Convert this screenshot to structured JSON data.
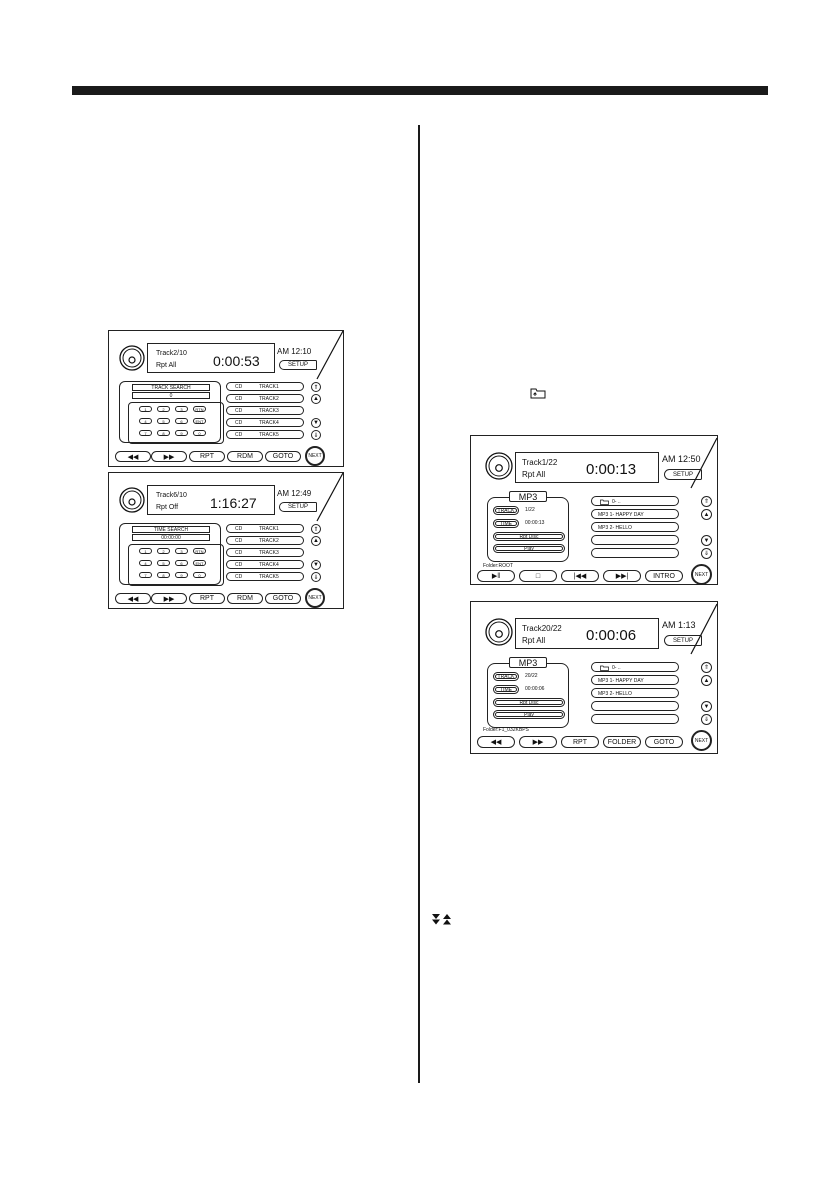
{
  "inline_icons": [
    "folder-up-icon",
    "down-up-arrows-icon"
  ],
  "screen1": {
    "track": "Track2/10",
    "repeat": "Rpt All",
    "time": "0:00:53",
    "clock": "AM 12:10",
    "setup": "SETUP",
    "search_label": "TRACK SEARCH",
    "search_value": "0",
    "keys": [
      "1",
      "2",
      "3",
      "RTN",
      "4",
      "5",
      "6",
      "ENT",
      "7",
      "8",
      "9",
      "0"
    ],
    "list": [
      {
        "type": "CD",
        "name": "TRACK1"
      },
      {
        "type": "CD",
        "name": "TRACK2"
      },
      {
        "type": "CD",
        "name": "TRACK3"
      },
      {
        "type": "CD",
        "name": "TRACK4"
      },
      {
        "type": "CD",
        "name": "TRACK5"
      }
    ],
    "buttons": [
      "RPT",
      "RDM",
      "GOTO"
    ],
    "next": "NEXT"
  },
  "screen2": {
    "track": "Track6/10",
    "repeat": "Rpt Off",
    "time": "1:16:27",
    "clock": "AM 12:49",
    "setup": "SETUP",
    "search_label": "TIME SEARCH",
    "search_value": "00:00:00",
    "keys": [
      "1",
      "2",
      "3",
      "RTN",
      "4",
      "5",
      "6",
      "ENT",
      "7",
      "8",
      "9",
      "0"
    ],
    "list": [
      {
        "type": "CD",
        "name": "TRACK1"
      },
      {
        "type": "CD",
        "name": "TRACK2"
      },
      {
        "type": "CD",
        "name": "TRACK3"
      },
      {
        "type": "CD",
        "name": "TRACK4"
      },
      {
        "type": "CD",
        "name": "TRACK5"
      }
    ],
    "buttons": [
      "RPT",
      "RDM",
      "GOTO"
    ],
    "next": "NEXT"
  },
  "screen3": {
    "track": "Track1/22",
    "repeat": "Rpt All",
    "time": "0:00:13",
    "clock": "AM 12:50",
    "setup": "SETUP",
    "mp3_label": "MP3",
    "track_label": "TRACK",
    "track_value": "1/22",
    "time_label": "TIME",
    "time_value": "00:00:13",
    "rpt_disc": "Rpt Disc",
    "play": "Play",
    "list": [
      "0- ..",
      "MP3  1- HAPPY DAY",
      "MP3  2- HELLO",
      "",
      ""
    ],
    "folder": "Folder:ROOT",
    "intro": "INTRO",
    "next": "NEXT"
  },
  "screen4": {
    "track": "Track20/22",
    "repeat": "Rpt All",
    "time": "0:00:06",
    "clock": "AM 1:13",
    "setup": "SETUP",
    "mp3_label": "MP3",
    "track_label": "TRACK",
    "track_value": "20/22",
    "time_label": "TIME",
    "time_value": "00:00:06",
    "rpt_disc": "Rpt Disc",
    "play": "Play",
    "list": [
      "0- ..",
      "MP3  1- HAPPY DAY",
      "MP3  2- HELLO",
      "",
      ""
    ],
    "folder": "Folder:F1_032KBPS",
    "buttons": [
      "RPT",
      "FOLDER",
      "GOTO"
    ],
    "next": "NEXT"
  }
}
